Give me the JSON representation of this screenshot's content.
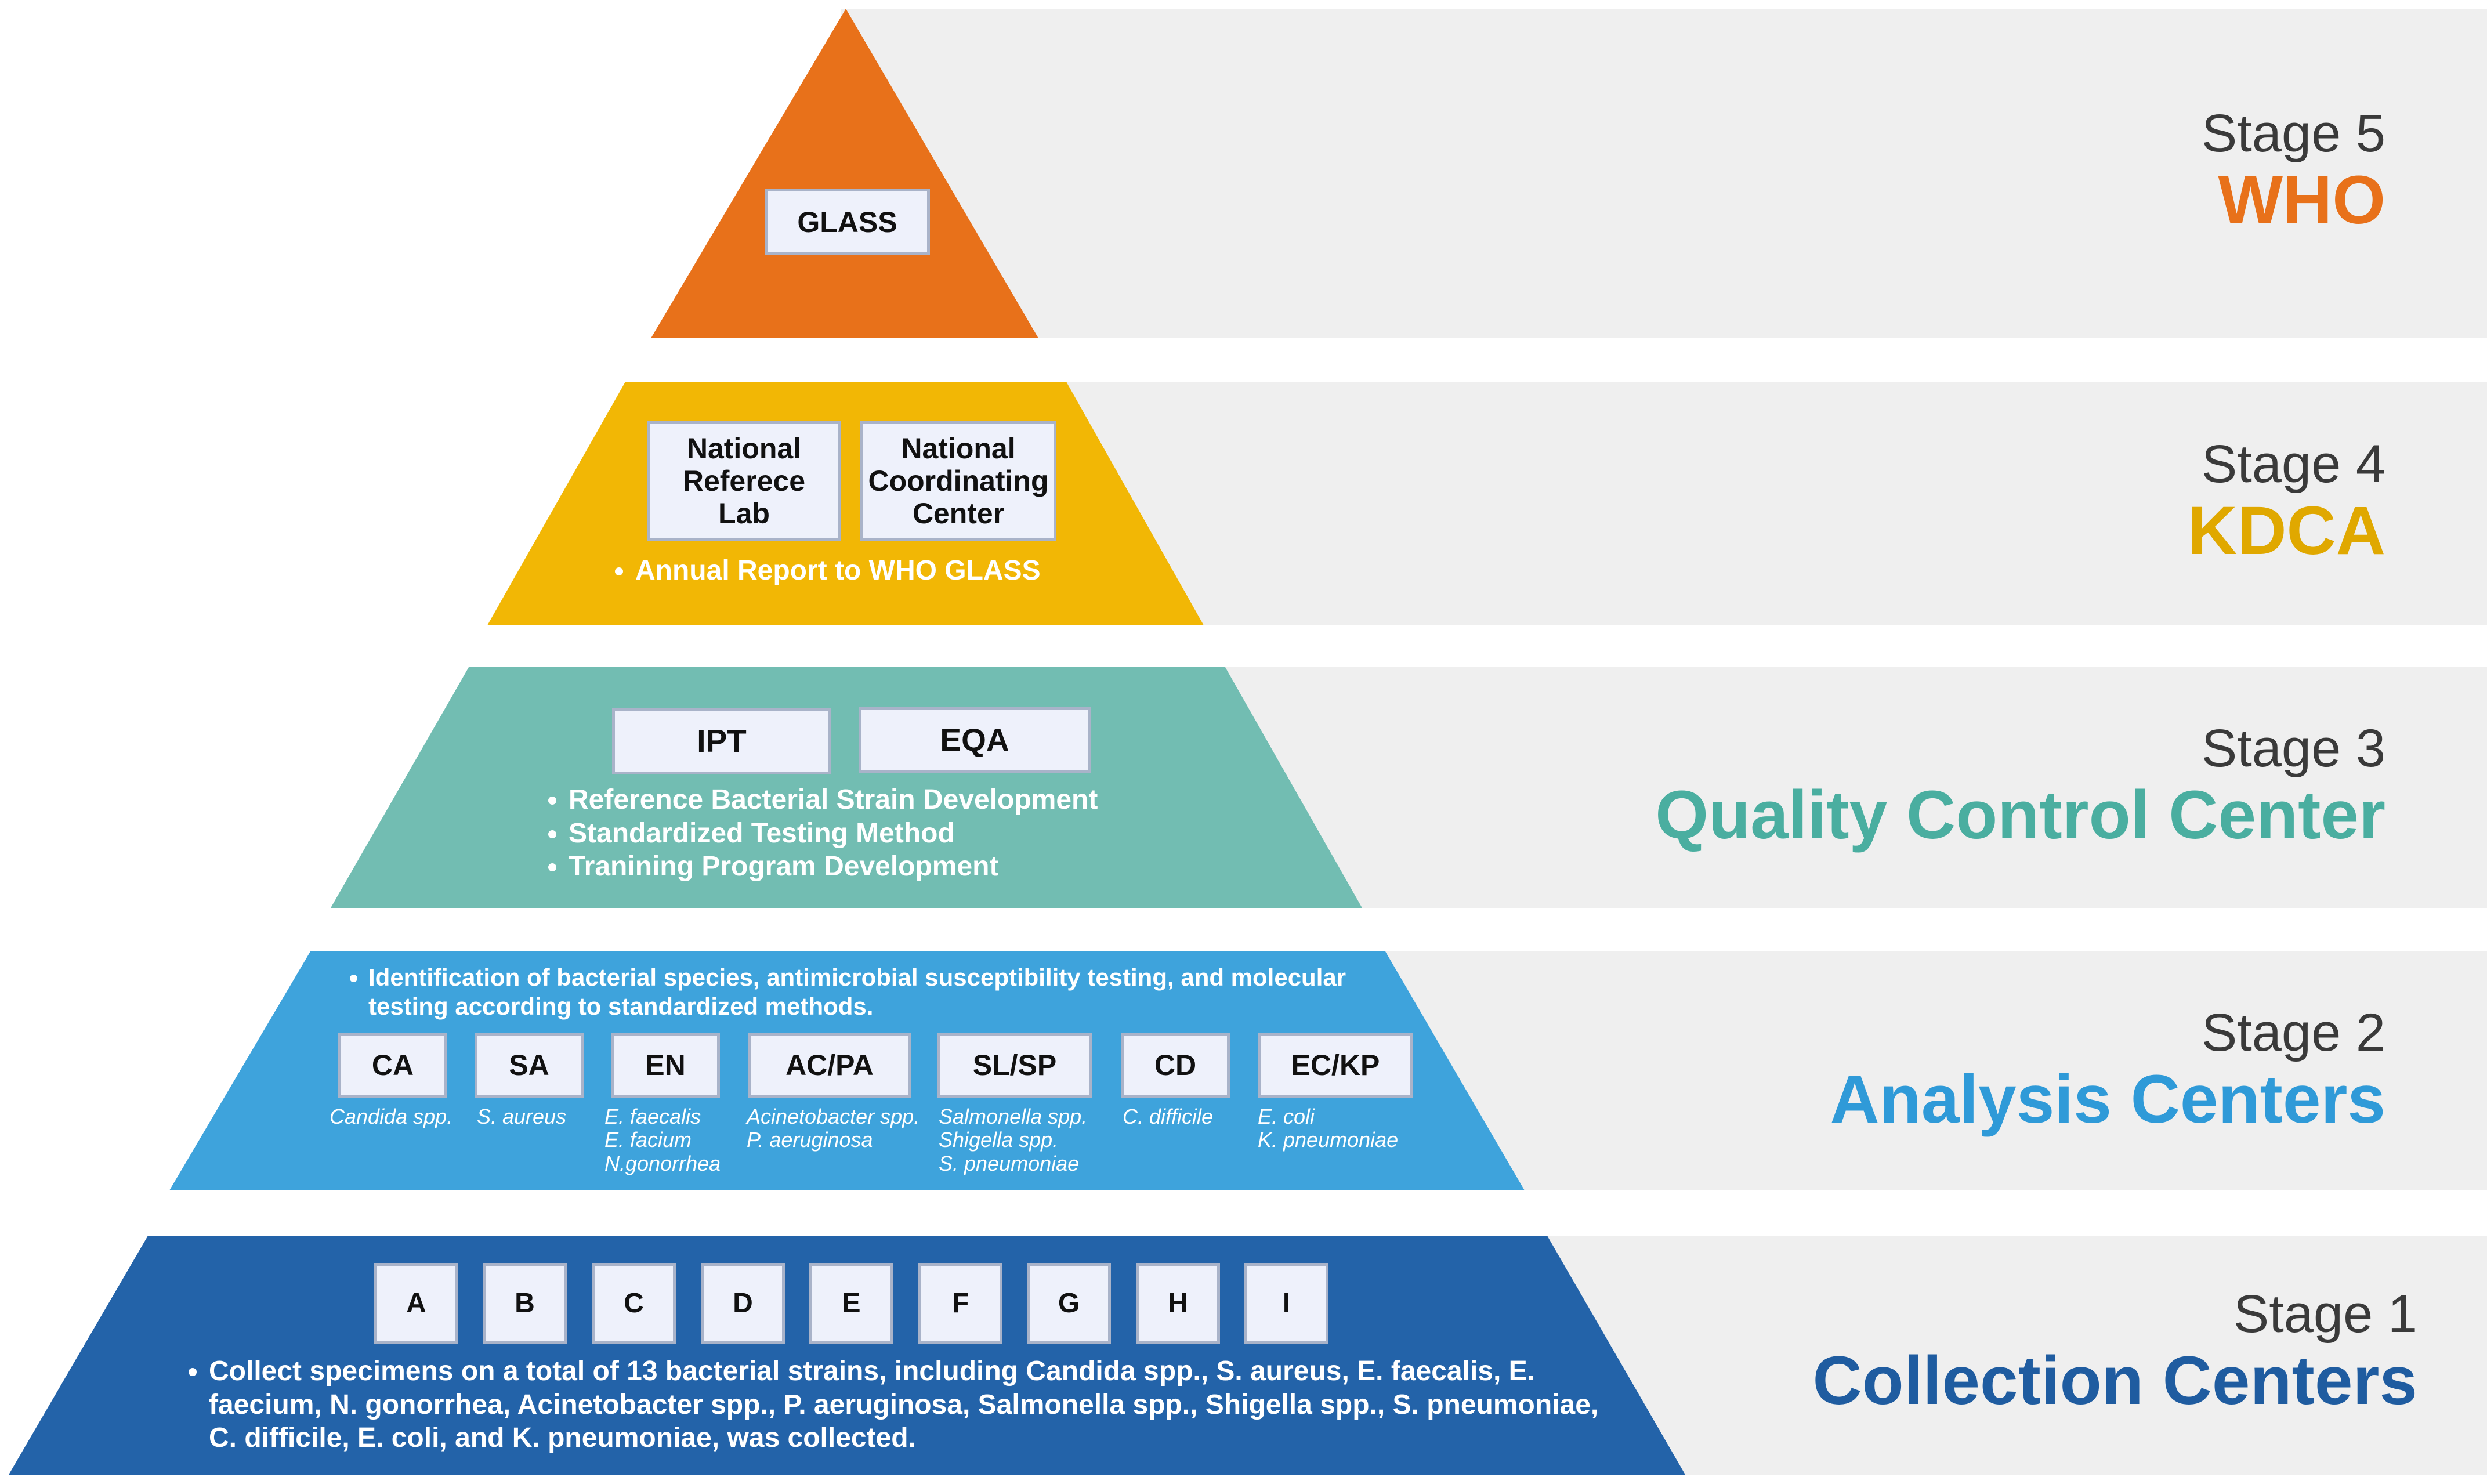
{
  "colors": {
    "stage5": "#e8711a",
    "stage4": "#f2b705",
    "stage3": "#72bdb2",
    "stage2": "#3ea3dc",
    "stage1": "#2363a9",
    "band": "#efefef"
  },
  "stages": {
    "s5": {
      "number": "Stage 5",
      "name": "WHO",
      "boxes": [
        "GLASS"
      ]
    },
    "s4": {
      "number": "Stage 4",
      "name": "KDCA",
      "boxes": [
        "National\nReferece\nLab",
        "National\nCoordinating\nCenter"
      ],
      "bullets": [
        "Annual Report to WHO GLASS"
      ]
    },
    "s3": {
      "number": "Stage 3",
      "name": "Quality Control Center",
      "boxes": [
        "IPT",
        "EQA"
      ],
      "bullets": [
        "Reference Bacterial Strain Development",
        "Standardized Testing Method",
        "Tranining Program Development"
      ]
    },
    "s2": {
      "number": "Stage 2",
      "name": "Analysis Centers",
      "bullets": [
        "Identification of bacterial species, antimicrobial susceptibility testing, and molecular testing according to standardized methods."
      ],
      "centers": [
        {
          "code": "CA",
          "species": "Candida spp."
        },
        {
          "code": "SA",
          "species": "S. aureus"
        },
        {
          "code": "EN",
          "species": "E. faecalis\nE. facium\nN.gonorrhea"
        },
        {
          "code": "AC/PA",
          "species": "Acinetobacter spp.\nP. aeruginosa"
        },
        {
          "code": "SL/SP",
          "species": "Salmonella spp.\nShigella spp.\nS. pneumoniae"
        },
        {
          "code": "CD",
          "species": "C. difficile"
        },
        {
          "code": "EC/KP",
          "species": "E. coli\nK. pneumoniae"
        }
      ]
    },
    "s1": {
      "number": "Stage 1",
      "name": "Collection Centers",
      "boxes": [
        "A",
        "B",
        "C",
        "D",
        "E",
        "F",
        "G",
        "H",
        "I"
      ],
      "bullets": [
        "Collect specimens on a total of 13 bacterial strains, including Candida spp., S. aureus, E. faecalis, E. faecium, N. gonorrhea, Acinetobacter spp., P. aeruginosa, Salmonella spp., Shigella spp., S. pneumoniae, C. difficile, E. coli, and K. pneumoniae, was collected."
      ]
    }
  }
}
